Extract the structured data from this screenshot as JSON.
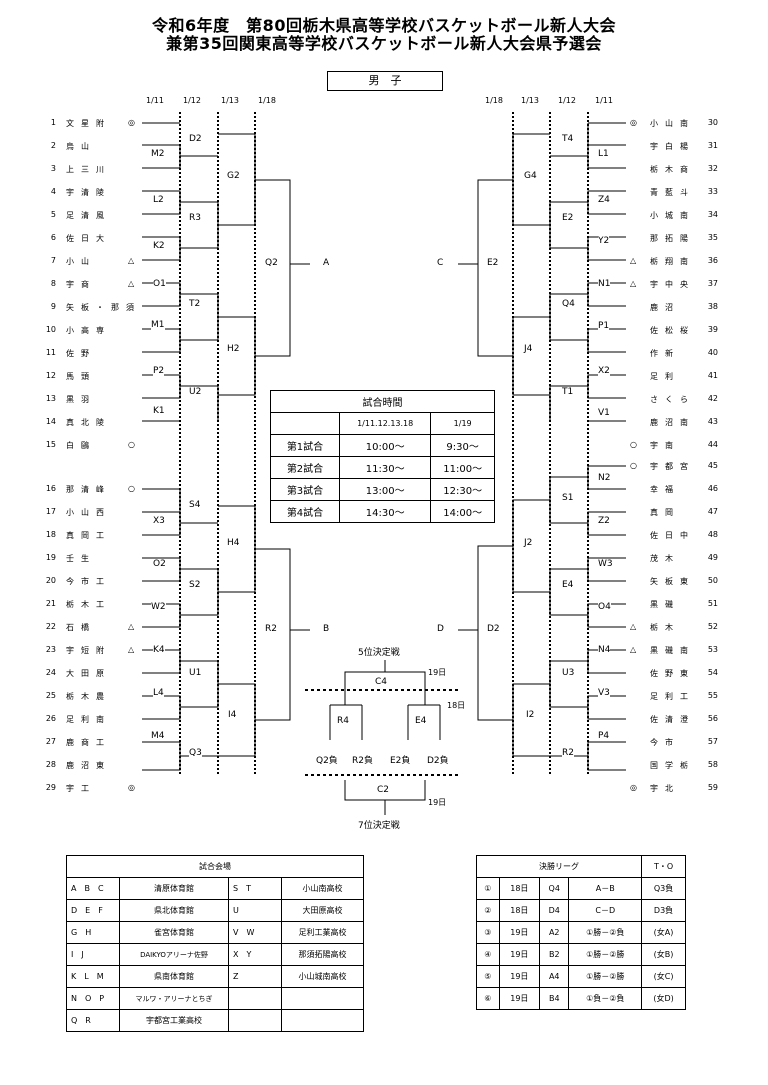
{
  "title1": "令和6年度　第80回栃木県高等学校バスケットボール新人大会",
  "title2": "兼第35回関東高等学校バスケットボール新人大会県予選会",
  "division": "男　子",
  "dates_left": [
    "1/11",
    "1/12",
    "1/13",
    "1/18"
  ],
  "dates_right": [
    "1/18",
    "1/13",
    "1/12",
    "1/11"
  ],
  "left_teams": [
    {
      "num": "1",
      "name": "文星附",
      "mark": "◎"
    },
    {
      "num": "2",
      "name": "烏山",
      "mark": ""
    },
    {
      "num": "3",
      "name": "上三川",
      "mark": ""
    },
    {
      "num": "4",
      "name": "宇清陵",
      "mark": ""
    },
    {
      "num": "5",
      "name": "足清風",
      "mark": ""
    },
    {
      "num": "6",
      "name": "佐日大",
      "mark": ""
    },
    {
      "num": "7",
      "name": "小山",
      "mark": "△"
    },
    {
      "num": "8",
      "name": "宇商",
      "mark": "△"
    },
    {
      "num": "9",
      "name": "矢板・那須",
      "mark": ""
    },
    {
      "num": "10",
      "name": "小高専",
      "mark": ""
    },
    {
      "num": "11",
      "name": "佐野",
      "mark": ""
    },
    {
      "num": "12",
      "name": "馬頭",
      "mark": ""
    },
    {
      "num": "13",
      "name": "黒羽",
      "mark": ""
    },
    {
      "num": "14",
      "name": "真北陵",
      "mark": ""
    },
    {
      "num": "15",
      "name": "白鷗",
      "mark": "○"
    },
    {
      "num": "16",
      "name": "那清峰",
      "mark": "○"
    },
    {
      "num": "17",
      "name": "小山西",
      "mark": ""
    },
    {
      "num": "18",
      "name": "真岡工",
      "mark": ""
    },
    {
      "num": "19",
      "name": "壬生",
      "mark": ""
    },
    {
      "num": "20",
      "name": "今市工",
      "mark": ""
    },
    {
      "num": "21",
      "name": "栃木工",
      "mark": ""
    },
    {
      "num": "22",
      "name": "石橋",
      "mark": "△"
    },
    {
      "num": "23",
      "name": "宇短附",
      "mark": "△"
    },
    {
      "num": "24",
      "name": "大田原",
      "mark": ""
    },
    {
      "num": "25",
      "name": "栃木農",
      "mark": ""
    },
    {
      "num": "26",
      "name": "足利南",
      "mark": ""
    },
    {
      "num": "27",
      "name": "鹿商工",
      "mark": ""
    },
    {
      "num": "28",
      "name": "鹿沼東",
      "mark": ""
    },
    {
      "num": "29",
      "name": "宇工",
      "mark": "◎"
    }
  ],
  "right_teams": [
    {
      "num": "30",
      "name": "小山南",
      "mark": "◎"
    },
    {
      "num": "31",
      "name": "宇白楊",
      "mark": ""
    },
    {
      "num": "32",
      "name": "栃木商",
      "mark": ""
    },
    {
      "num": "33",
      "name": "青藍斗",
      "mark": ""
    },
    {
      "num": "34",
      "name": "小城南",
      "mark": ""
    },
    {
      "num": "35",
      "name": "那拓陽",
      "mark": ""
    },
    {
      "num": "36",
      "name": "栃翔南",
      "mark": "△"
    },
    {
      "num": "37",
      "name": "宇中央",
      "mark": "△"
    },
    {
      "num": "38",
      "name": "鹿沼",
      "mark": ""
    },
    {
      "num": "39",
      "name": "佐松桜",
      "mark": ""
    },
    {
      "num": "40",
      "name": "作新",
      "mark": ""
    },
    {
      "num": "41",
      "name": "足利",
      "mark": ""
    },
    {
      "num": "42",
      "name": "さくら",
      "mark": ""
    },
    {
      "num": "43",
      "name": "鹿沼南",
      "mark": ""
    },
    {
      "num": "44",
      "name": "宇南",
      "mark": "○"
    },
    {
      "num": "45",
      "name": "宇都宮",
      "mark": "○"
    },
    {
      "num": "46",
      "name": "幸福",
      "mark": ""
    },
    {
      "num": "47",
      "name": "真岡",
      "mark": ""
    },
    {
      "num": "48",
      "name": "佐日中",
      "mark": ""
    },
    {
      "num": "49",
      "name": "茂木",
      "mark": ""
    },
    {
      "num": "50",
      "name": "矢板東",
      "mark": ""
    },
    {
      "num": "51",
      "name": "黒磯",
      "mark": ""
    },
    {
      "num": "52",
      "name": "栃木",
      "mark": "△"
    },
    {
      "num": "53",
      "name": "黒磯南",
      "mark": "△"
    },
    {
      "num": "54",
      "name": "佐野東",
      "mark": ""
    },
    {
      "num": "55",
      "name": "足利工",
      "mark": ""
    },
    {
      "num": "56",
      "name": "佐清澄",
      "mark": ""
    },
    {
      "num": "57",
      "name": "今市",
      "mark": ""
    },
    {
      "num": "58",
      "name": "国学栃",
      "mark": ""
    },
    {
      "num": "59",
      "name": "宇北",
      "mark": "◎"
    }
  ],
  "codes_left_r1": [
    "M2",
    "L2",
    "K2",
    "O1",
    "M1",
    "P2",
    "K1",
    "X3",
    "O2",
    "W2",
    "K4",
    "L4",
    "M4"
  ],
  "codes_left_r2": [
    "D2",
    "R3",
    "T2",
    "U2",
    "S4",
    "S2",
    "U1",
    "Q3"
  ],
  "codes_left_r3": [
    "G2",
    "H2",
    "H4",
    "I4"
  ],
  "codes_left_r4": [
    "Q2",
    "R2"
  ],
  "codes_right_r1": [
    "L1",
    "Z4",
    "Y2",
    "N1",
    "P1",
    "X2",
    "V1",
    "N2",
    "Z2",
    "W3",
    "O4",
    "N4",
    "V3",
    "P4"
  ],
  "codes_right_r2": [
    "T4",
    "E2",
    "Q4",
    "T1",
    "S1",
    "E4",
    "U3",
    "R2"
  ],
  "codes_right_r3": [
    "G4",
    "J4",
    "J2",
    "I2"
  ],
  "codes_right_r4": [
    "E2",
    "D2"
  ],
  "sf_labels": [
    "A",
    "C",
    "B",
    "D"
  ],
  "schedule": {
    "title": "試合時間",
    "col1": "1/11.12.13.18",
    "col2": "1/19",
    "rows": [
      [
        "第1試合",
        "10:00～",
        "9:30～"
      ],
      [
        "第2試合",
        "11:30～",
        "11:00～"
      ],
      [
        "第3試合",
        "13:00～",
        "12:30～"
      ],
      [
        "第4試合",
        "14:30～",
        "14:00～"
      ]
    ]
  },
  "placement": {
    "fifth_title": "5位決定戦",
    "seventh_title": "7位決定戦",
    "c4": "C4",
    "c2": "C2",
    "r4": "R4",
    "e4": "E4",
    "day19a": "19日",
    "day18": "18日",
    "day19b": "19日",
    "losers": [
      "Q2負",
      "R2負",
      "E2負",
      "D2負"
    ]
  },
  "venues": {
    "title": "試合会場",
    "rows": [
      [
        "A　B　C",
        "清原体育館",
        "S　T",
        "小山南高校"
      ],
      [
        "D　E　F",
        "県北体育館",
        "U",
        "大田原高校"
      ],
      [
        "G　H",
        "雀宮体育館",
        "V　W",
        "足利工業高校"
      ],
      [
        "I　J",
        "DAIKYOアリーナ佐野",
        "X　Y",
        "那須拓陽高校"
      ],
      [
        "K　L　M",
        "県南体育館",
        "Z",
        "小山城南高校"
      ],
      [
        "N　O　P",
        "マルワ・アリーナとちぎ",
        "",
        ""
      ],
      [
        "Q　R",
        "宇都宮工業高校",
        "",
        ""
      ]
    ]
  },
  "league": {
    "title": "決勝リーグ",
    "to": "T・O",
    "rows": [
      [
        "①",
        "18日",
        "Q4",
        "A－B",
        "Q3負"
      ],
      [
        "②",
        "18日",
        "D4",
        "C－D",
        "D3負"
      ],
      [
        "③",
        "19日",
        "A2",
        "①勝－②負",
        "(女A)"
      ],
      [
        "④",
        "19日",
        "B2",
        "①勝－②勝",
        "(女B)"
      ],
      [
        "⑤",
        "19日",
        "A4",
        "①勝－②勝",
        "(女C)"
      ],
      [
        "⑥",
        "19日",
        "B4",
        "①負－②負",
        "(女D)"
      ]
    ]
  }
}
